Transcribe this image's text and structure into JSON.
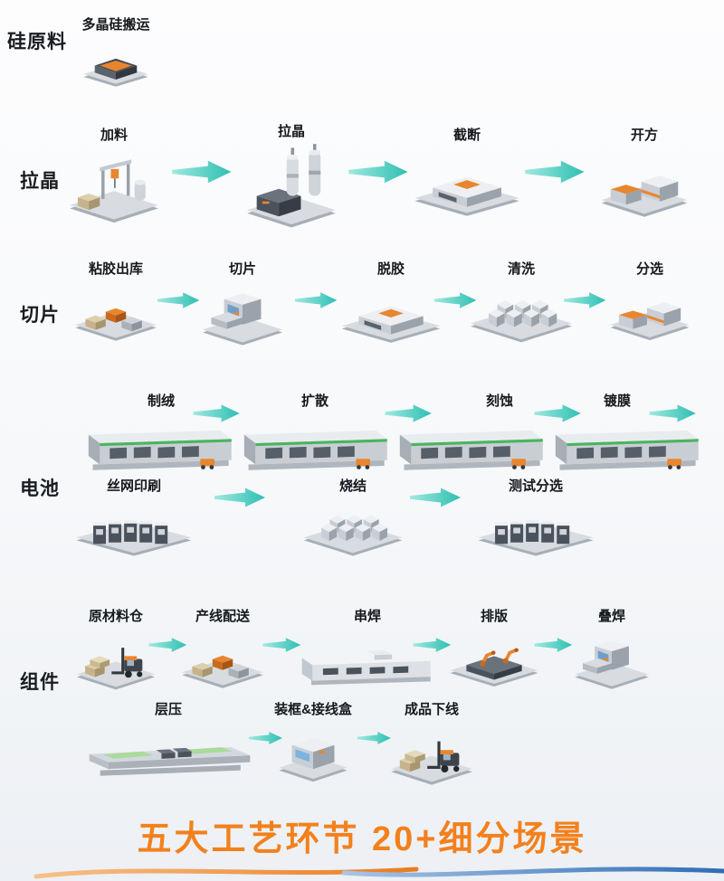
{
  "title": {
    "text": "五大工艺环节  20+细分场景"
  },
  "colors": {
    "accent_orange": "#f2811d",
    "arrow_teal": "#2fbfb3",
    "label_dark": "#15181c",
    "machine_grey": "#c9ced5",
    "highlight_green": "#49b55e"
  },
  "sections": [
    {
      "label": "硅原料",
      "rows": [
        {
          "stations": [
            {
              "label": "多晶硅搬运",
              "icon": "polysilicon-transfer-cart-icon"
            }
          ]
        }
      ]
    },
    {
      "label": "拉晶",
      "rows": [
        {
          "stations": [
            {
              "label": "加料",
              "icon": "feeding-gantry-icon"
            },
            {
              "label": "拉晶",
              "icon": "crystal-pulling-furnace-icon"
            },
            {
              "label": "截断",
              "icon": "cutting-machine-icon"
            },
            {
              "label": "开方",
              "icon": "squaring-machine-icon"
            }
          ]
        }
      ]
    },
    {
      "label": "切片",
      "rows": [
        {
          "stations": [
            {
              "label": "粘胶出库",
              "icon": "glue-outbound-carts-icon"
            },
            {
              "label": "切片",
              "icon": "slicing-machine-icon"
            },
            {
              "label": "脱胶",
              "icon": "degumming-machine-icon"
            },
            {
              "label": "清洗",
              "icon": "cleaning-tanks-icon"
            },
            {
              "label": "分选",
              "icon": "wafer-sorting-machine-icon"
            }
          ]
        }
      ]
    },
    {
      "label": "电池",
      "rows": [
        {
          "stations": [
            {
              "label": "制绒",
              "icon": "texturing-line-icon"
            },
            {
              "label": "扩散",
              "icon": "diffusion-line-icon"
            },
            {
              "label": "刻蚀",
              "icon": "etching-line-icon"
            },
            {
              "label": "镀膜",
              "icon": "coating-line-icon"
            }
          ]
        },
        {
          "stations": [
            {
              "label": "丝网印刷",
              "icon": "screen-printing-machine-icon"
            },
            {
              "label": "烧结",
              "icon": "sintering-furnace-icon"
            },
            {
              "label": "测试分选",
              "icon": "test-sorting-cabinets-icon"
            }
          ]
        }
      ]
    },
    {
      "label": "组件",
      "rows": [
        {
          "stations": [
            {
              "label": "原材料仓",
              "icon": "raw-material-warehouse-icon"
            },
            {
              "label": "产线配送",
              "icon": "line-delivery-carts-icon"
            },
            {
              "label": "串焊",
              "icon": "string-welding-machine-icon"
            },
            {
              "label": "排版",
              "icon": "layup-robot-icon"
            },
            {
              "label": "叠焊",
              "icon": "stack-welding-machine-icon"
            }
          ]
        },
        {
          "stations": [
            {
              "label": "层压",
              "icon": "lamination-table-icon"
            },
            {
              "label": "装框&接线盒",
              "icon": "framing-junction-box-machine-icon"
            },
            {
              "label": "成品下线",
              "icon": "finished-product-offline-forklift-icon"
            }
          ]
        }
      ]
    }
  ]
}
